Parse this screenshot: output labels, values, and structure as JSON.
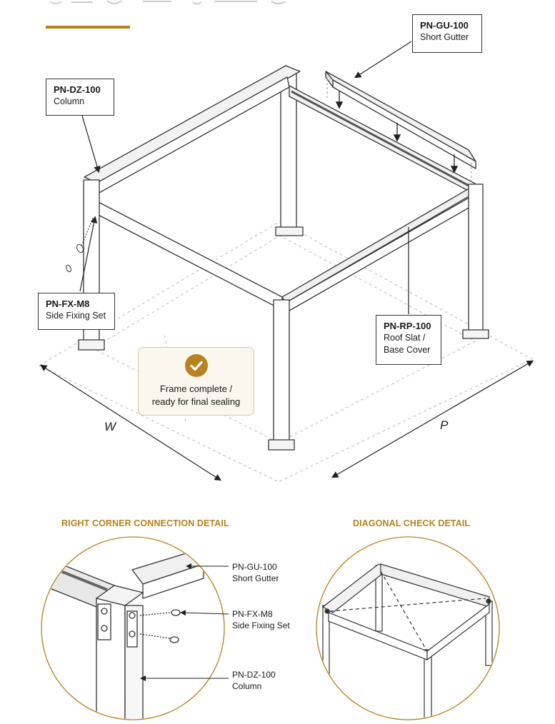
{
  "header": {
    "accent_color": "#b7821f"
  },
  "callouts": {
    "gutter": {
      "code": "PN-GU-100",
      "desc": "Short Gutter"
    },
    "column": {
      "code": "PN-DZ-100",
      "desc": "Column"
    },
    "fixing": {
      "code": "PN-FX-M8",
      "desc": "Side Fixing Set"
    },
    "roofslat": {
      "code": "PN-RP-100",
      "desc_line1": "Roof Slat /",
      "desc_line2": "Base Cover"
    }
  },
  "dimensions": {
    "width_label": "W",
    "depth_label": "P"
  },
  "status": {
    "icon": "check-icon",
    "line1": "Frame complete /",
    "line2": "ready for final sealing"
  },
  "details": {
    "corner": {
      "title": "RIGHT CORNER CONNECTION DETAIL",
      "labels": [
        {
          "code": "PN-GU-100",
          "desc": "Short Gutter"
        },
        {
          "code": "PN-FX-M8",
          "desc": "Side Fixing Set"
        },
        {
          "code": "PN-DZ-100",
          "desc": "Column"
        }
      ]
    },
    "diagonal": {
      "title": "DIAGONAL CHECK DETAIL"
    }
  }
}
